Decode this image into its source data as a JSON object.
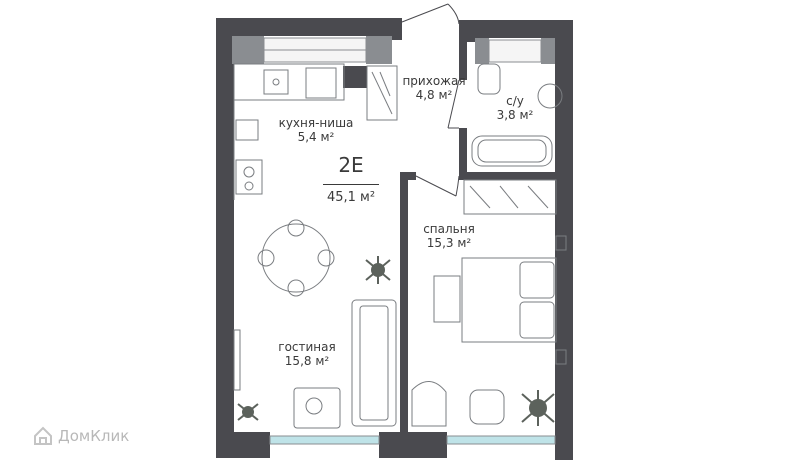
{
  "unit": {
    "code": "2E",
    "area": "45,1 м²"
  },
  "rooms": [
    {
      "id": "hall",
      "name": "прихожая",
      "area": "4,8 м²"
    },
    {
      "id": "bath",
      "name": "с/у",
      "area": "3,8 м²"
    },
    {
      "id": "kitchen",
      "name": "кухня-ниша",
      "area": "5,4 м²"
    },
    {
      "id": "bedroom",
      "name": "спальня",
      "area": "15,3 м²"
    },
    {
      "id": "living",
      "name": "гостиная",
      "area": "15,8 м²"
    }
  ],
  "watermark": {
    "text": "ДомКлик"
  },
  "colors": {
    "wall": "#4a4a4f",
    "window": "#8a8d91",
    "glass": "#bfe3e8",
    "furniture": "#7a7d81",
    "plant": "#5c625c"
  }
}
